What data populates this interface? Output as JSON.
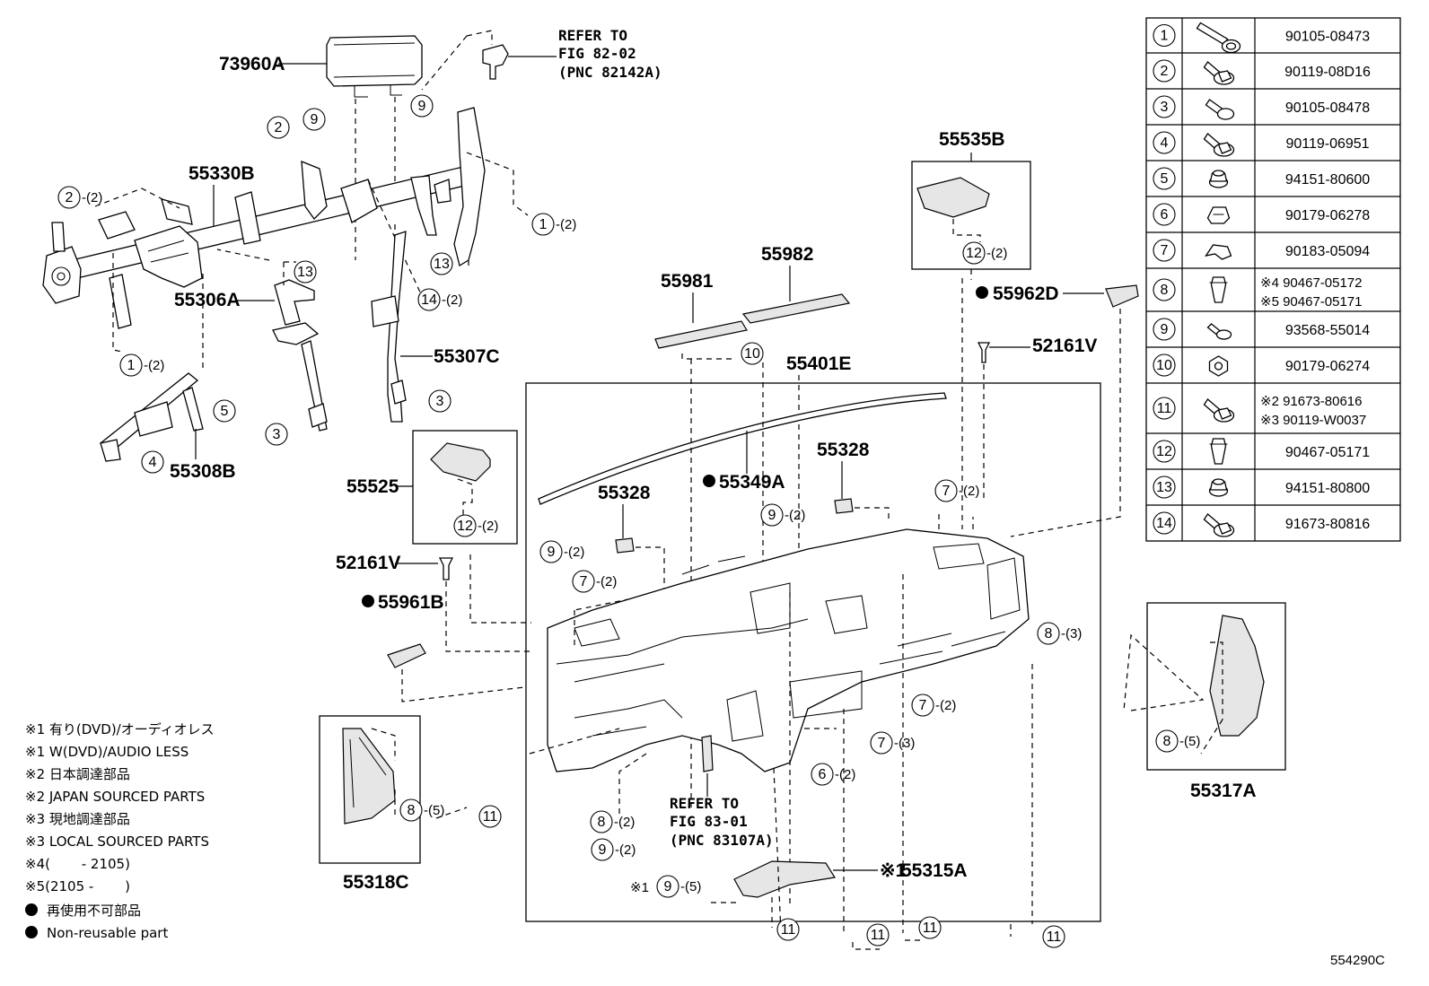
{
  "diagram": {
    "part_labels": {
      "p73960A": "73960A",
      "p55330B": "55330B",
      "p55306A": "55306A",
      "p55307C": "55307C",
      "p55308B": "55308B",
      "p55525": "55525",
      "p52161V_left": "52161V",
      "p55961B": "55961B",
      "p55318C": "55318C",
      "p55981": "55981",
      "p55982": "55982",
      "p55401E": "55401E",
      "p55349A": "55349A",
      "p55328_left": "55328",
      "p55328_center": "55328",
      "p55535B": "55535B",
      "p55962D": "55962D",
      "p52161V_right": "52161V",
      "p55317A": "55317A",
      "p55315A": "55315A",
      "p55315A_prefix": "※1",
      "p9_prefix": "※1"
    },
    "refer_top": [
      "REFER TO",
      "FIG 82-02",
      "(PNC 82142A)"
    ],
    "refer_bottom": [
      "REFER TO",
      "FIG 83-01",
      "(PNC 83107A)"
    ],
    "legend": [
      "※1 有り(DVD)/オーディオレス",
      "※1 W(DVD)/AUDIO LESS",
      "※2 日本調達部品",
      "※2 JAPAN SOURCED PARTS",
      "※3 現地調達部品",
      "※3 LOCAL SOURCED PARTS",
      "※4(　　 - 2105)",
      "※5(2105 - 　　)",
      "再使用不可部品",
      "Non-reusable part"
    ],
    "illustration_code": "554290C",
    "callout_quantities": {
      "q2": "-(2)",
      "q3": "-(3)",
      "q5": "-(5)"
    },
    "fastener_table": [
      {
        "ref": "1",
        "icon": "bolt-washer-long",
        "part": "90105-08473"
      },
      {
        "ref": "2",
        "icon": "bolt-flange",
        "part": "90119-08D16"
      },
      {
        "ref": "3",
        "icon": "bolt-washer-short",
        "part": "90105-08478"
      },
      {
        "ref": "4",
        "icon": "bolt-flange",
        "part": "90119-06951"
      },
      {
        "ref": "5",
        "icon": "nut-hex",
        "part": "94151-80600"
      },
      {
        "ref": "6",
        "icon": "clip-nut",
        "part": "90179-06278"
      },
      {
        "ref": "7",
        "icon": "clip-u-nut",
        "part": "90183-05094"
      },
      {
        "ref": "8",
        "icon": "clip-push",
        "part_lines": [
          "※4 90467-05172",
          "※5 90467-05171"
        ]
      },
      {
        "ref": "9",
        "icon": "screw-short",
        "part": "93568-55014"
      },
      {
        "ref": "10",
        "icon": "nut-cage",
        "part": "90179-06274"
      },
      {
        "ref": "11",
        "icon": "bolt-flange",
        "part_lines": [
          "※2 91673-80616",
          "※3 90119-W0037"
        ]
      },
      {
        "ref": "12",
        "icon": "clip-push",
        "part": "90467-05171"
      },
      {
        "ref": "13",
        "icon": "nut-hex",
        "part": "94151-80800"
      },
      {
        "ref": "14",
        "icon": "bolt-flange",
        "part": "91673-80816"
      }
    ]
  }
}
